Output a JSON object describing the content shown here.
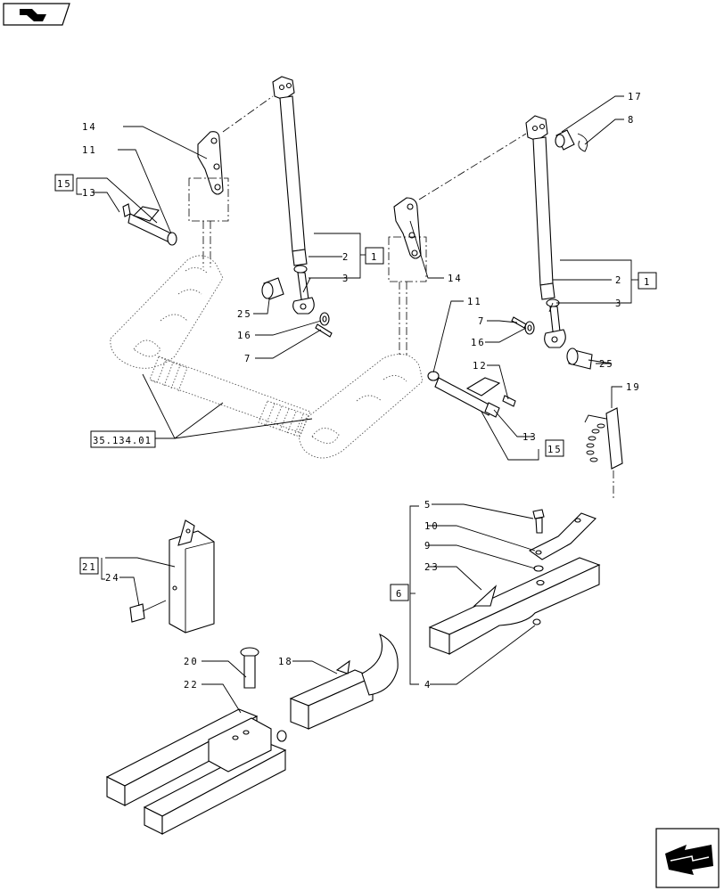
{
  "callouts": {
    "c14_left": "14",
    "c11_left": "11",
    "c15_left": "15",
    "c13_left": "13",
    "c1_left": "1",
    "c2_left": "2",
    "c3_left": "3",
    "c25_left": "25",
    "c16_left": "16",
    "c7_left": "7",
    "c17": "17",
    "c8": "8",
    "c1_right": "1",
    "c2_right": "2",
    "c3_right": "3",
    "c14_right": "14",
    "c11_right": "11",
    "c7_right": "7",
    "c16_right": "16",
    "c25_right": "25",
    "c12": "12",
    "c13_right": "13",
    "c15_right": "15",
    "c19": "19",
    "ref": "35.134.01",
    "c5": "5",
    "c10": "10",
    "c9": "9",
    "c23": "23",
    "c6": "6",
    "c4": "4",
    "c21": "21",
    "c24": "24",
    "c20": "20",
    "c22": "22",
    "c18": "18"
  }
}
